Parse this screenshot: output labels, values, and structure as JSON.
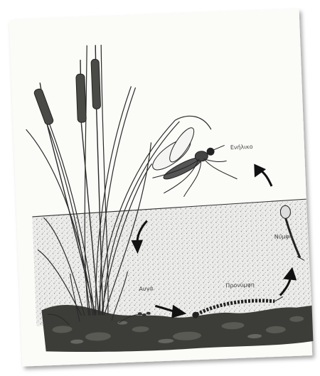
{
  "diagram": {
    "title": "",
    "stages": [
      {
        "id": "adult",
        "label": "Ενήλικο"
      },
      {
        "id": "pupa",
        "label": "Νύμφη"
      },
      {
        "id": "larva",
        "label": "Προνύμφη"
      },
      {
        "id": "egg",
        "label": "Αυγά"
      }
    ]
  },
  "colors": {
    "paper": "#fbfbf8",
    "ink": "#2a2a2a",
    "water": "#e9e9e6",
    "mud": "#3a3a36"
  }
}
